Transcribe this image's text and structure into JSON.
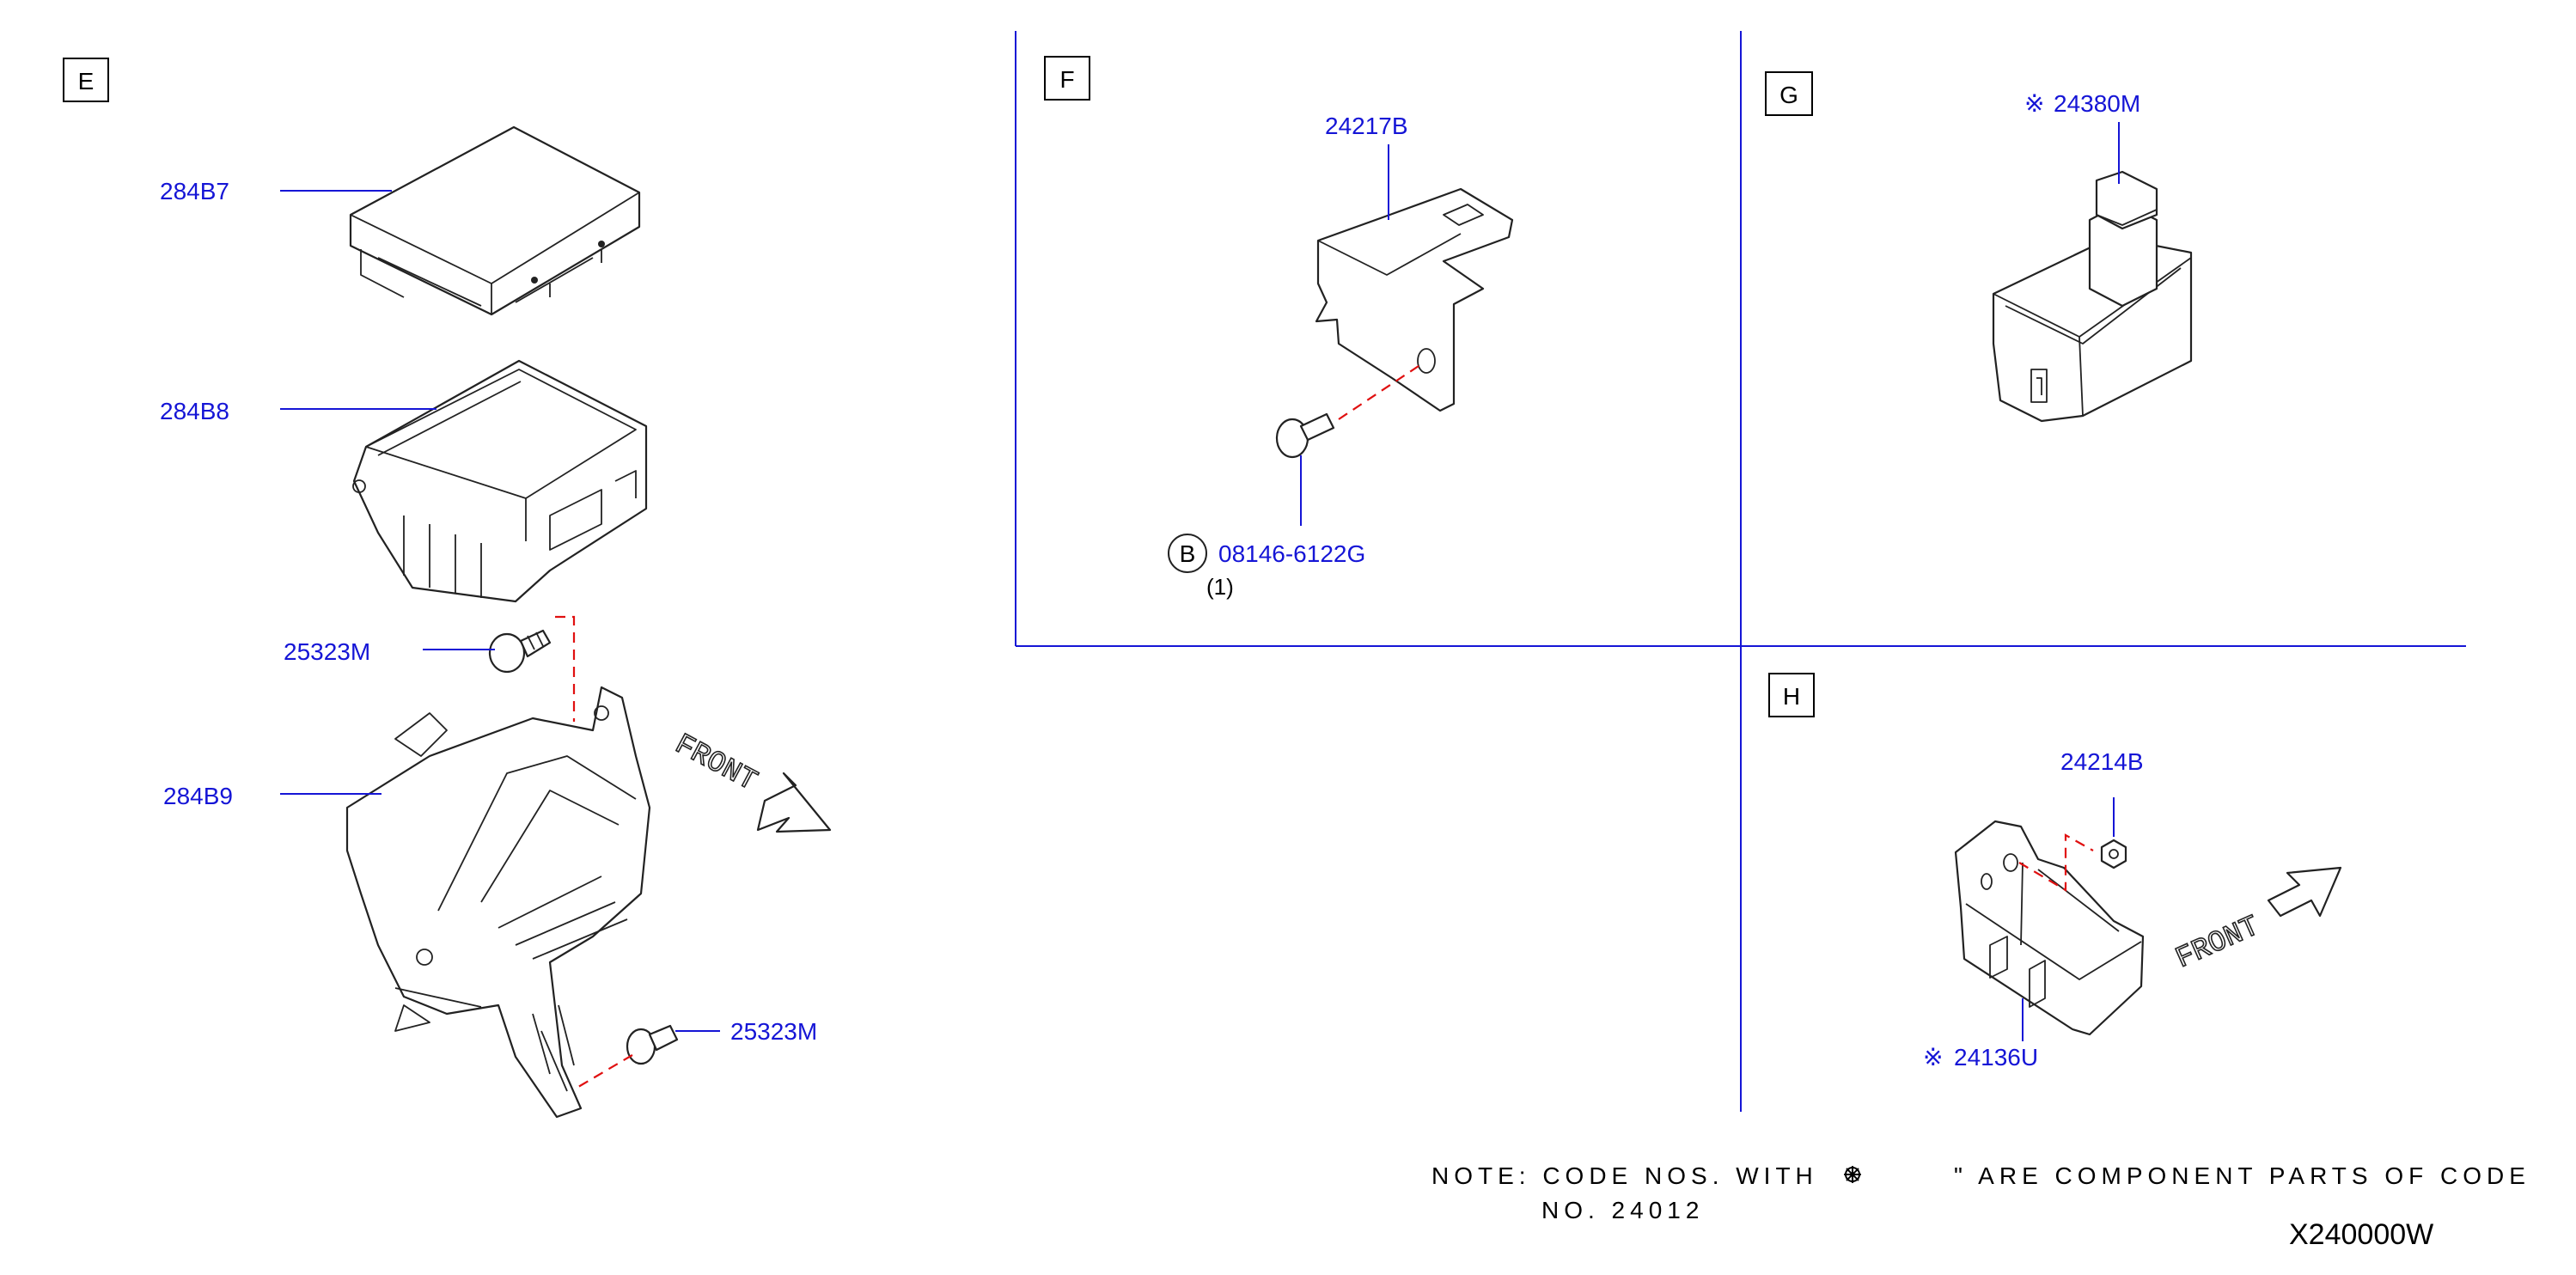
{
  "sections": {
    "E": "E",
    "F": "F",
    "G": "G",
    "H": "H"
  },
  "parts": {
    "p284B7": "284B7",
    "p284B8": "284B8",
    "p25323M_a": "25323M",
    "p284B9": "284B9",
    "p25323M_b": "25323M",
    "p24217B": "24217B",
    "p08146": "08146-6122G",
    "p08146_qty": "(1)",
    "bolt_marker": "B",
    "p24380M": "24380M",
    "p24214B": "24214B",
    "p24136U": "24136U",
    "component_mark": "※"
  },
  "labels": {
    "front_e": "FRONT",
    "front_h": "FRONT"
  },
  "note": {
    "line1_a": "NOTE:  CODE  NOS.  WITH",
    "line1_b": "\"  ARE  COMPONENT  PARTS  OF  CODE",
    "line2": "NO.  24012"
  },
  "diagram_code": "X240000W",
  "colors": {
    "part_number": "#1515d6",
    "leader_line": "#1515d6",
    "dashed_guide": "#e01010",
    "outline": "#222222"
  }
}
